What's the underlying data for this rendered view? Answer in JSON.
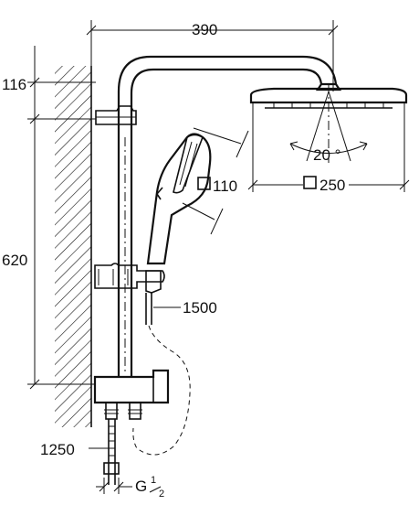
{
  "dimensions": {
    "width_390": "390",
    "height_116": "116",
    "height_620": "620",
    "handshower_110": "110",
    "headshower_250": "250",
    "hose_1500": "1500",
    "hose_1250": "1250",
    "angle_20": "20 °",
    "connection_g": "G",
    "connection_num": "1",
    "connection_den": "2"
  }
}
